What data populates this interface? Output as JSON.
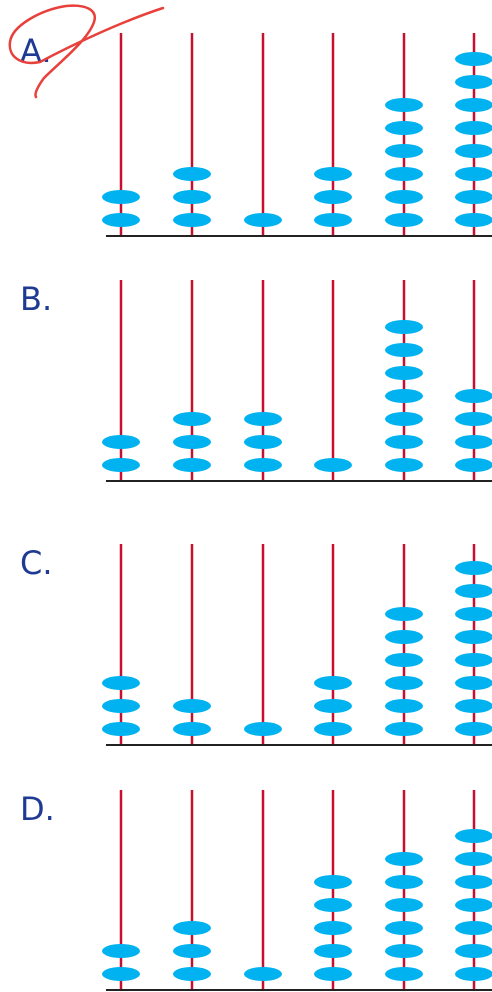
{
  "colors": {
    "rod": "#c8102e",
    "bead": "#00b3f0",
    "base": "#222222",
    "label": "#1f3a93",
    "annotation": "#e8403a"
  },
  "options": [
    {
      "label": "A.",
      "beads": [
        2,
        3,
        1,
        3,
        6,
        8
      ],
      "circled": true
    },
    {
      "label": "B.",
      "beads": [
        2,
        3,
        3,
        1,
        7,
        4
      ],
      "circled": false
    },
    {
      "label": "C.",
      "beads": [
        3,
        2,
        1,
        3,
        6,
        8
      ],
      "circled": false
    },
    {
      "label": "D.",
      "beads": [
        2,
        3,
        1,
        5,
        6,
        7
      ],
      "circled": false
    }
  ]
}
